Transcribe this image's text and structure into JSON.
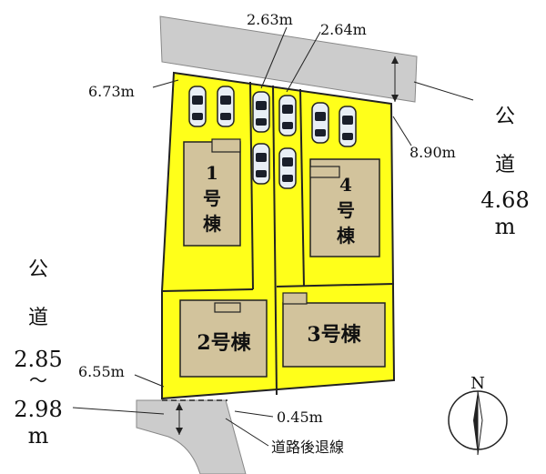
{
  "dimensions": {
    "top_gap_left": "2.63m",
    "top_gap_right": "2.64m",
    "left_top": "6.73m",
    "right_side": "8.90m",
    "bottom_left": "6.55m",
    "setback": "0.45m"
  },
  "roads": {
    "east": {
      "line1": "公",
      "line2": "道",
      "width_line1": "4.68",
      "width_line2": "m"
    },
    "west": {
      "line1": "公",
      "line2": "道",
      "width_line1": "2.85",
      "width_line2": "～",
      "width_line3": "2.98",
      "width_line4": "m"
    },
    "setback_label": "道路後退線"
  },
  "buildings": {
    "b1": {
      "line1": "1",
      "line2": "号",
      "line3": "棟"
    },
    "b2": {
      "label": "2号棟"
    },
    "b3": {
      "label": "3号棟"
    },
    "b4": {
      "line1": "4",
      "line2": "号",
      "line3": "棟"
    }
  },
  "compass": {
    "north": "N"
  },
  "colors": {
    "lot_fill": "#ffff1a",
    "road_fill": "#cccccc",
    "building_fill": "#d2c39c",
    "outline": "#222222"
  }
}
